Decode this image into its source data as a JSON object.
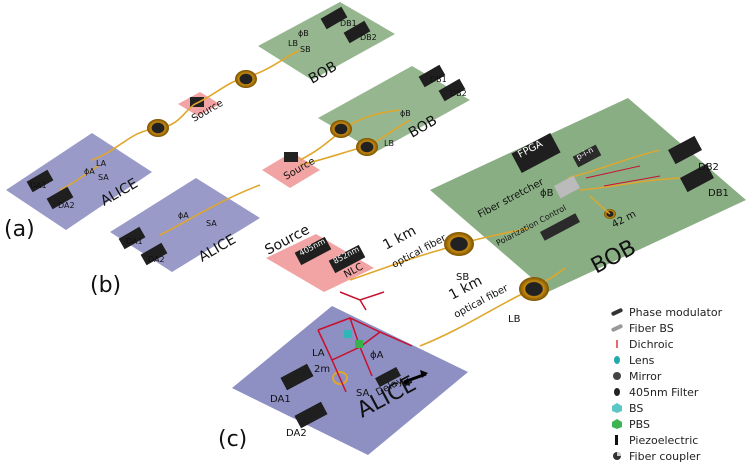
{
  "labels": {
    "a": "(a)",
    "b": "(b)",
    "c": "(c)",
    "alice": "ALICE",
    "bob": "BOB",
    "source": "Source",
    "fpga": "FPGA",
    "pin": "p-i-n",
    "fiber_stretcher": "Fiber stretcher",
    "polarization_control": "Polarization Control",
    "km1_a": "1 km",
    "optical_fiber_a": "optical fiber",
    "km1_b": "1 km",
    "optical_fiber_b": "optical fiber",
    "m42": "42 m",
    "m2": "2m",
    "delay": "Delay",
    "nm405": "405nm",
    "nm852": "852nm",
    "nlc": "NLC",
    "LA": "LA",
    "LB": "LB",
    "SA": "SA",
    "SB": "SB",
    "phiA": "ϕA",
    "phiB": "ϕB",
    "DA1": "DA1",
    "DA2": "DA2",
    "DB1": "DB1",
    "DB2": "DB2"
  },
  "legend": [
    {
      "icon": "phase-modulator-icon",
      "label": "Phase modulator"
    },
    {
      "icon": "fiber-bs-icon",
      "label": "Fiber BS"
    },
    {
      "icon": "dichroic-icon",
      "label": "Dichroic"
    },
    {
      "icon": "lens-icon",
      "label": "Lens"
    },
    {
      "icon": "mirror-icon",
      "label": "Mirror"
    },
    {
      "icon": "filter-405nm-icon",
      "label": "405nm Filter"
    },
    {
      "icon": "bs-icon",
      "label": "BS"
    },
    {
      "icon": "pbs-icon",
      "label": "PBS"
    },
    {
      "icon": "piezoelectric-icon",
      "label": "Piezoelectric"
    },
    {
      "icon": "fiber-coupler-icon",
      "label": "Fiber coupler"
    }
  ],
  "colors": {
    "alice_panel": "#8e8fc2",
    "bob_panel": "#8aae83",
    "source_panel": "#f2a3a3",
    "fiber": "#e0a72c",
    "free_space": "#c8102e"
  }
}
